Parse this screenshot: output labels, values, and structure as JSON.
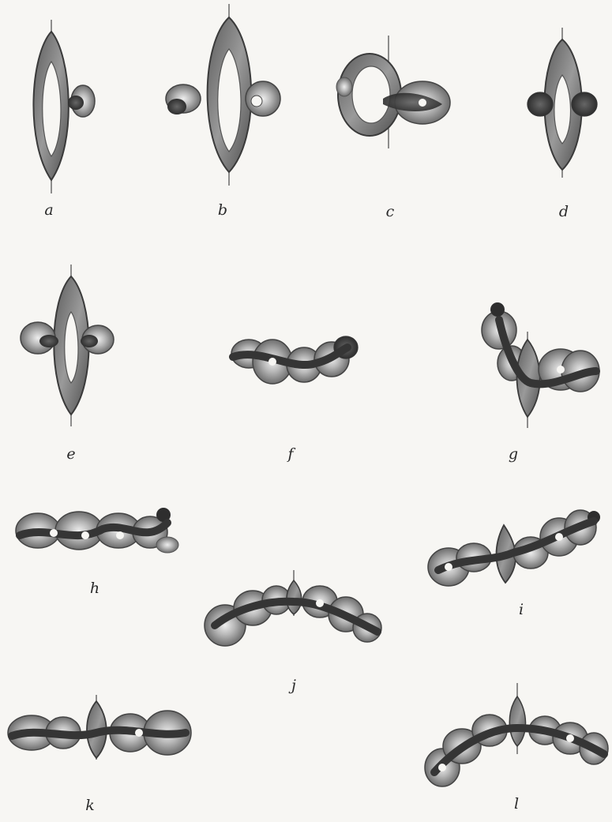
{
  "plate": {
    "figures": [
      {
        "id": "a",
        "label": "a",
        "description": "single oval link with a small bud at right"
      },
      {
        "id": "b",
        "label": "b",
        "description": "oval link with two lateral loops"
      },
      {
        "id": "c",
        "label": "c",
        "description": "ring with twisted loop at right"
      },
      {
        "id": "d",
        "label": "d",
        "description": "oval link with two dark side loops"
      },
      {
        "id": "e",
        "label": "e",
        "description": "tall link with two round side loops"
      },
      {
        "id": "f",
        "label": "f",
        "description": "short chain of linked rings"
      },
      {
        "id": "g",
        "label": "g",
        "description": "bent chain of rings"
      },
      {
        "id": "h",
        "label": "h",
        "description": "straight chain of rings"
      },
      {
        "id": "i",
        "label": "i",
        "description": "rising chain with pointed central link"
      },
      {
        "id": "j",
        "label": "j",
        "description": "chain bent downward in a chevron"
      },
      {
        "id": "k",
        "label": "k",
        "description": "straight chain with pointed central link"
      },
      {
        "id": "l",
        "label": "l",
        "description": "arched chain with pointed central link"
      }
    ],
    "colors": {
      "ink": "#2a2a2a",
      "dark": "#3a3a3a",
      "mid": "#777777",
      "light": "#b5b5b5",
      "paper": "#f7f6f3"
    }
  }
}
